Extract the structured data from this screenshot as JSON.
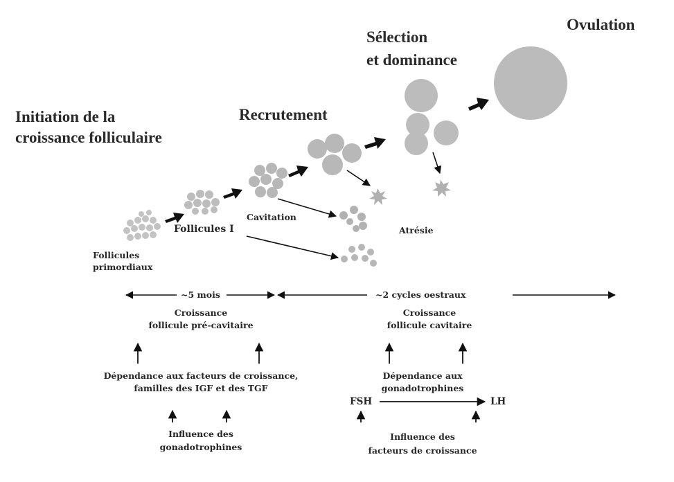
{
  "stages": {
    "initiation_line1": "Initiation de la",
    "initiation_line2": "croissance folliculaire",
    "recrutement": "Recrutement",
    "selection_line1": "Sélection",
    "selection_line2": "et dominance",
    "ovulation": "Ovulation"
  },
  "labels": {
    "cavitation": "Cavitation",
    "follicules_I": "Follicules I",
    "primordiaux_line1": "Follicules",
    "primordiaux_line2": "primordiaux",
    "atresie": "Atrésie"
  },
  "timeline": {
    "left": "~5 mois",
    "right": "~2 cycles oestraux"
  },
  "left_column": {
    "growth_line1": "Croissance",
    "growth_line2": "follicule pré-cavitaire",
    "dependence_line1": "Dépendance aux facteurs de croissance,",
    "dependence_line2": "familles des IGF et des TGF",
    "influence_line1": "Influence des",
    "influence_line2": "gonadotrophines"
  },
  "right_column": {
    "growth_line1": "Croissance",
    "growth_line2": "follicule cavitaire",
    "dependence_line1": "Dépendance aux",
    "dependence_line2": "gonadotrophines",
    "fsh": "FSH",
    "lh": "LH",
    "influence_line1": "Influence des",
    "influence_line2": "facteurs de croissance"
  },
  "colors": {
    "follicle": "#b9b9b9",
    "follicle_light": "#cfcfcf",
    "arrow": "#111111",
    "text": "#262626"
  }
}
